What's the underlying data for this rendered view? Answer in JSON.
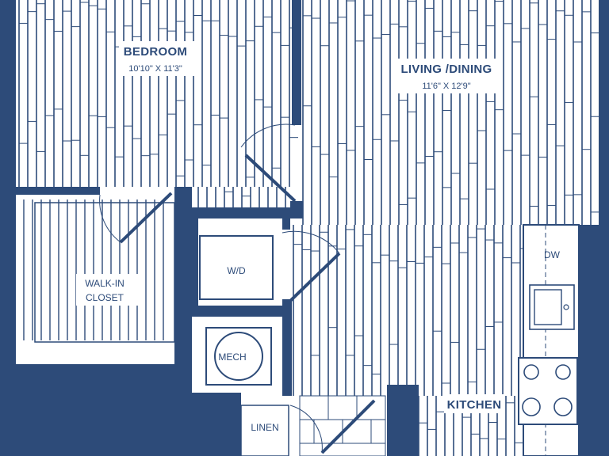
{
  "colors": {
    "wall": "#2d4b79",
    "floor_line": "#2d4b79",
    "background": "#ffffff"
  },
  "rooms": {
    "bedroom": {
      "name": "BEDROOM",
      "dims": "10'10\" X 11'3\""
    },
    "living_dining": {
      "name": "LIVING /DINING",
      "dims": "11'6\" X 12'9\""
    },
    "kitchen": {
      "name": "KITCHEN"
    },
    "walk_in_closet": {
      "line1": "WALK-IN",
      "line2": "CLOSET"
    }
  },
  "fixtures": {
    "washer_dryer": "W/D",
    "mech": "MECH",
    "linen": "LINEN",
    "dishwasher": "DW"
  }
}
